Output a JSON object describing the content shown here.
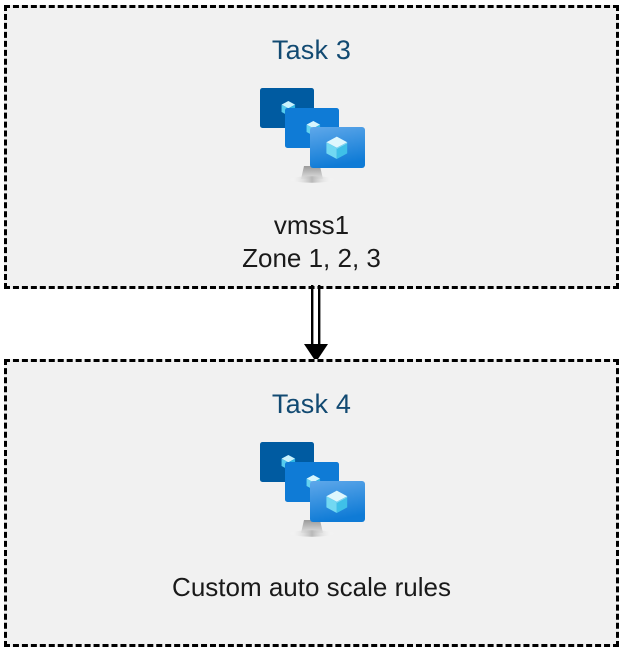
{
  "diagram": {
    "title": "Azure VM scale set task flow",
    "background_color": "#ffffff",
    "box_fill_color": "#f1f1f1",
    "box_border_color": "#000000",
    "heading_color": "#124a72",
    "caption_color": "#1a1a1a",
    "connector_color": "#000000"
  },
  "boxes": [
    {
      "id": "task3",
      "heading": "Task 3",
      "icon": "vmss-icon",
      "captions": [
        "vmss1",
        "Zone 1, 2, 3"
      ]
    },
    {
      "id": "task4",
      "heading": "Task 4",
      "icon": "vmss-icon",
      "captions": [
        "Custom auto scale rules"
      ]
    }
  ],
  "connector": {
    "name": "double-line-arrow",
    "from": "task3",
    "to": "task4",
    "direction": "down"
  },
  "icon_palette": {
    "monitor_back": "#005BA1",
    "monitor_mid": "#0078D4",
    "monitor_front_top": "#50A0E8",
    "monitor_front_bottom": "#0F7BD6",
    "cube_light": "#C3F1FD",
    "cube_mid": "#9BE2F7",
    "cube_dark": "#32BEEA",
    "stand_gray": "#A6A6A6"
  }
}
